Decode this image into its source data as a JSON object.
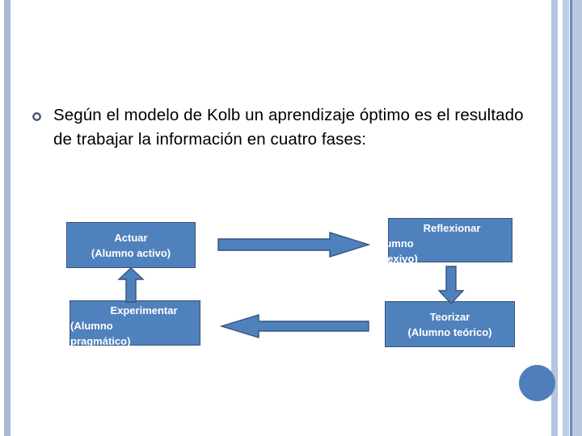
{
  "slide": {
    "background_color": "#FFFFFF",
    "accent_color": "#4F81BD",
    "border_color": "#35537A",
    "frame_bar_color": "#A7B9D4",
    "body_text_color": "#000000",
    "node_text_color": "#FFFFFF"
  },
  "body": {
    "bullet_icon": "hollow-circle-bullet",
    "paragraph": "Según el modelo de Kolb un aprendizaje óptimo es el resultado de trabajar la información en cuatro fases:"
  },
  "diagram": {
    "nodes": [
      {
        "id": "actuar",
        "title": "Actuar",
        "subtitle": "(Alumno activo)",
        "full_text": "Actuar\n(Alumno activo)"
      },
      {
        "id": "reflexionar",
        "title": "Reflexionar",
        "subtitle": "(Alumno reflexivo)",
        "line1": "Reflexionar",
        "line2": "(Alumno",
        "line3": "reflexivo)"
      },
      {
        "id": "experimentar",
        "title": "Experimentar",
        "subtitle": "(Alumno pragmático)",
        "line1": "Experimentar",
        "line2": "(Alumno",
        "line3": "pragmático)"
      },
      {
        "id": "teorizar",
        "title": "Teorizar",
        "subtitle": "(Alumno teórico)",
        "full_text": "Teorizar\n(Alumno teórico)"
      }
    ],
    "arrows": [
      {
        "id": "arrow-right",
        "direction": "right",
        "from": "actuar",
        "to": "reflexionar"
      },
      {
        "id": "arrow-down",
        "direction": "down",
        "from": "reflexionar",
        "to": "teorizar"
      },
      {
        "id": "arrow-left",
        "direction": "left",
        "from": "teorizar",
        "to": "experimentar"
      },
      {
        "id": "arrow-up",
        "direction": "up",
        "from": "experimentar",
        "to": "actuar"
      }
    ]
  },
  "decoration": {
    "circle_label": "decorative-circle"
  }
}
